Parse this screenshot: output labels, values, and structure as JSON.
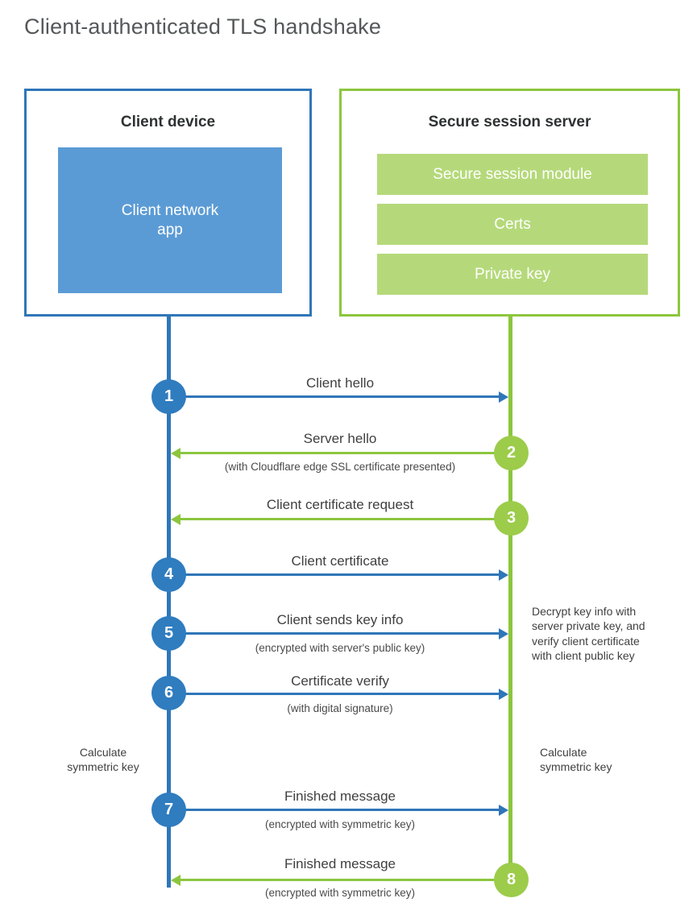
{
  "title": "Client-authenticated TLS handshake",
  "colors": {
    "client_border": "#2f76b8",
    "client_fill": "#5b9bd5",
    "server_border": "#8cc63e",
    "server_fill": "#b5d97a",
    "client_step": "#2f7cbf",
    "server_step": "#9ccc4a",
    "text": "#404040",
    "title_text": "#55585a"
  },
  "parties": {
    "client": {
      "title": "Client device",
      "blocks": [
        {
          "label": "Client network\napp"
        }
      ]
    },
    "server": {
      "title": "Secure session server",
      "blocks": [
        {
          "label": "Secure session module"
        },
        {
          "label": "Certs"
        },
        {
          "label": "Private key"
        }
      ]
    }
  },
  "steps": [
    {
      "number": "1",
      "label": "Client hello",
      "sublabel": "",
      "direction": "client-to-server",
      "color": "blue"
    },
    {
      "number": "2",
      "label": "Server hello",
      "sublabel": "(with Cloudflare edge SSL certificate presented)",
      "direction": "server-to-client",
      "color": "green"
    },
    {
      "number": "3",
      "label": "Client certificate request",
      "sublabel": "",
      "direction": "server-to-client",
      "color": "green"
    },
    {
      "number": "4",
      "label": "Client certificate",
      "sublabel": "",
      "direction": "client-to-server",
      "color": "blue"
    },
    {
      "number": "5",
      "label": "Client sends key info",
      "sublabel": "(encrypted with server's public key)",
      "direction": "client-to-server",
      "color": "blue"
    },
    {
      "number": "6",
      "label": "Certificate verify",
      "sublabel": "(with digital signature)",
      "direction": "client-to-server",
      "color": "blue"
    },
    {
      "number": "7",
      "label": "Finished message",
      "sublabel": "(encrypted with symmetric key)",
      "direction": "client-to-server",
      "color": "blue"
    },
    {
      "number": "8",
      "label": "Finished message",
      "sublabel": "(encrypted with symmetric key)",
      "direction": "server-to-client",
      "color": "green"
    }
  ],
  "notes": {
    "server_decrypt": "Decrypt key info with\nserver private key, and\nverify client certificate\nwith client public key",
    "client_calculate": "Calculate\nsymmetric key",
    "server_calculate": "Calculate\nsymmetric key"
  }
}
